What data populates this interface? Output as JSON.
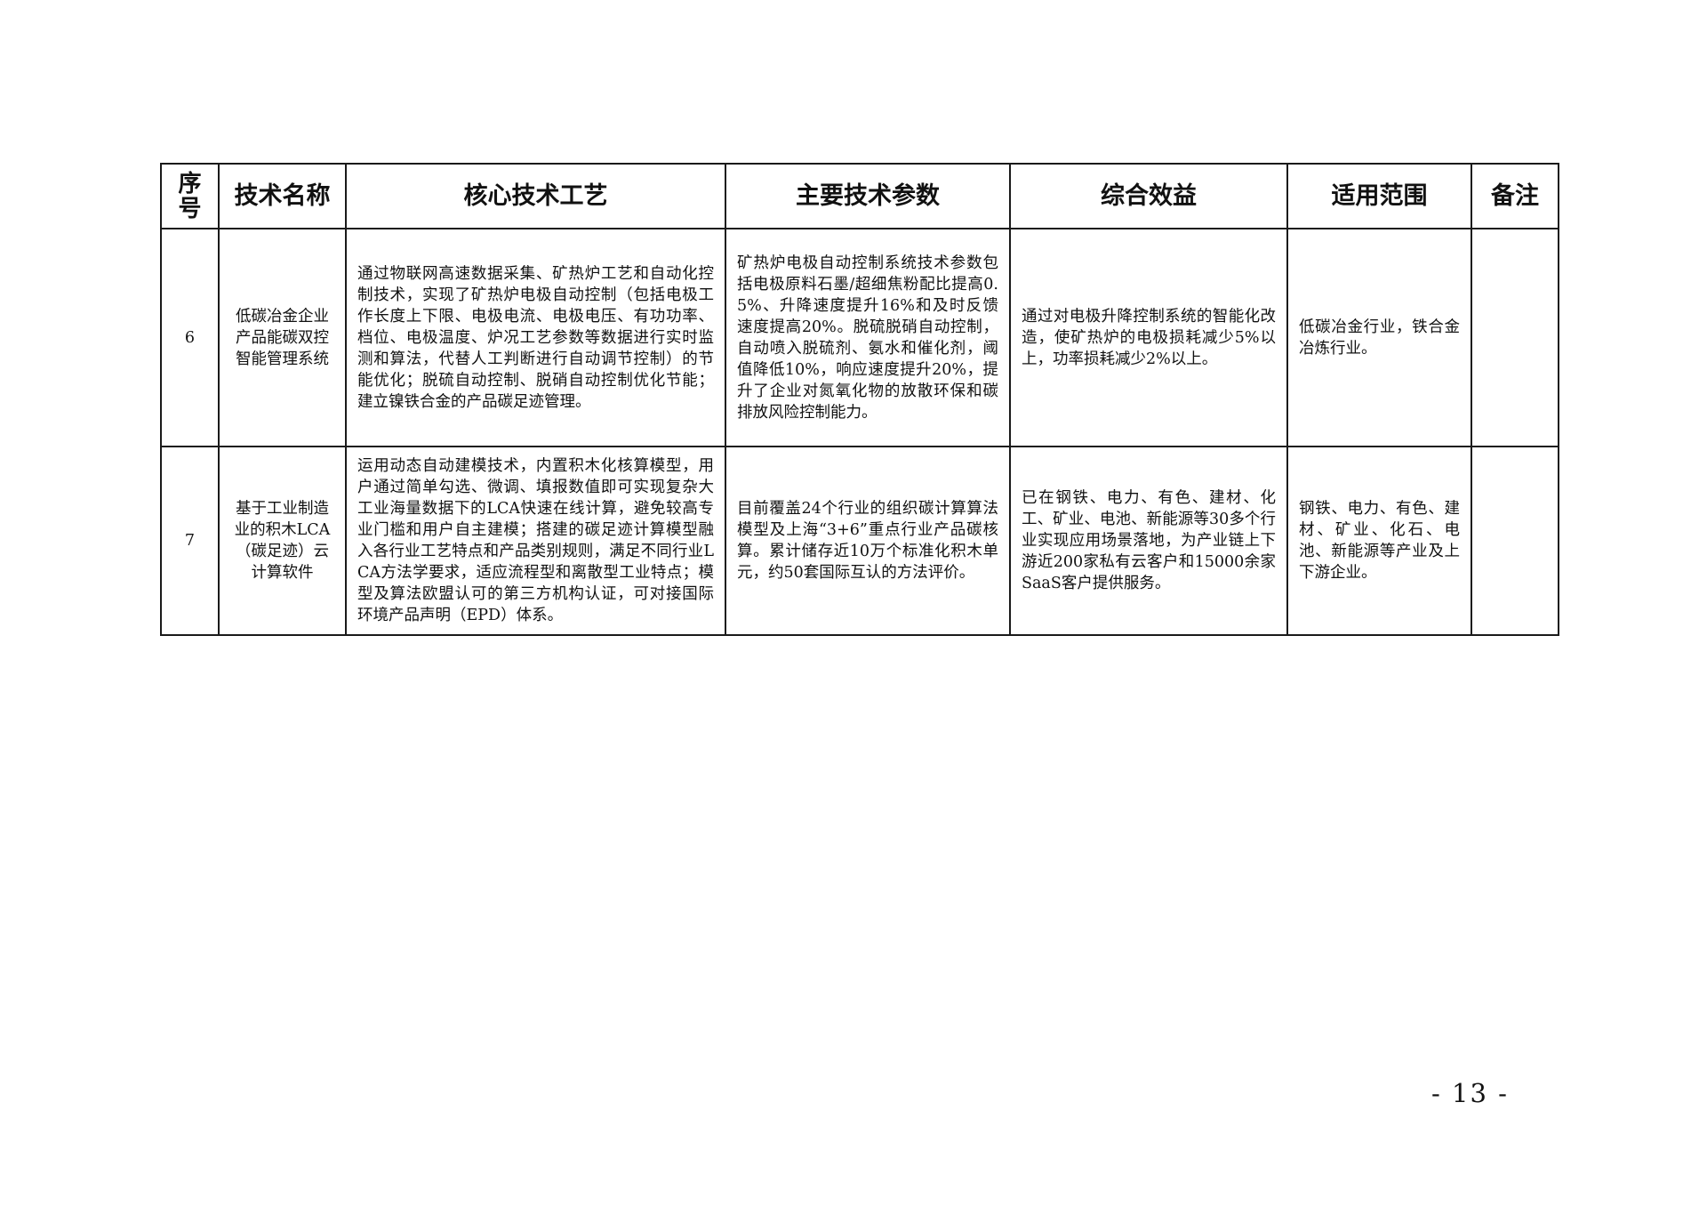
{
  "table": {
    "headers": {
      "seq": "序\n号",
      "name": "技术名称",
      "process": "核心技术工艺",
      "params": "主要技术参数",
      "benefit": "综合效益",
      "scope": "适用范围",
      "remark": "备注"
    },
    "rows": [
      {
        "seq": "6",
        "name": "低碳冶金企业产品能碳双控智能管理系统",
        "process": "通过物联网高速数据采集、矿热炉工艺和自动化控制技术，实现了矿热炉电极自动控制（包括电极工作长度上下限、电极电流、电极电压、有功功率、档位、电极温度、炉况工艺参数等数据进行实时监测和算法，代替人工判断进行自动调节控制）的节能优化；脱硫自动控制、脱硝自动控制优化节能；建立镍铁合金的产品碳足迹管理。",
        "params": "矿热炉电极自动控制系统技术参数包括电极原料石墨/超细焦粉配比提高0.5%、升降速度提升16%和及时反馈速度提高20%。脱硫脱硝自动控制，自动喷入脱硫剂、氨水和催化剂，阈值降低10%，响应速度提升20%，提升了企业对氮氧化物的放散环保和碳排放风险控制能力。",
        "benefit": "通过对电极升降控制系统的智能化改造，使矿热炉的电极损耗减少5%以上，功率损耗减少2%以上。",
        "scope": "低碳冶金行业，铁合金冶炼行业。",
        "remark": ""
      },
      {
        "seq": "7",
        "name": "基于工业制造业的积木LCA（碳足迹）云计算软件",
        "process": "运用动态自动建模技术，内置积木化核算模型，用户通过简单勾选、微调、填报数值即可实现复杂大工业海量数据下的LCA快速在线计算，避免较高专业门槛和用户自主建模；搭建的碳足迹计算模型融入各行业工艺特点和产品类别规则，满足不同行业LCA方法学要求，适应流程型和离散型工业特点；模型及算法欧盟认可的第三方机构认证，可对接国际环境产品声明（EPD）体系。",
        "params": "目前覆盖24个行业的组织碳计算算法模型及上海“3+6”重点行业产品碳核算。累计储存近10万个标准化积木单元，约50套国际互认的方法评价。",
        "benefit": "已在钢铁、电力、有色、建材、化工、矿业、电池、新能源等30多个行业实现应用场景落地，为产业链上下游近200家私有云客户和15000余家SaaS客户提供服务。",
        "scope": "钢铁、电力、有色、建材、矿业、化石、电池、新能源等产业及上下游企业。",
        "remark": ""
      }
    ]
  },
  "page_number": "- 13 -"
}
